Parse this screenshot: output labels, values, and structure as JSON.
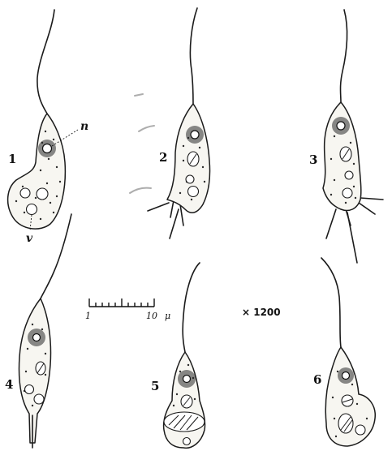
{
  "figures": [
    {
      "number": "1"
    },
    {
      "number": "2"
    },
    {
      "number": "3"
    },
    {
      "number": "4"
    },
    {
      "number": "5"
    },
    {
      "number": "6"
    }
  ],
  "labels": {
    "nucleus_letter": "n",
    "vacuole_letter": "v"
  },
  "scale_bar": {
    "start_label": "1",
    "end_label": "10",
    "unit": "μ"
  },
  "magnification": "× 1200"
}
